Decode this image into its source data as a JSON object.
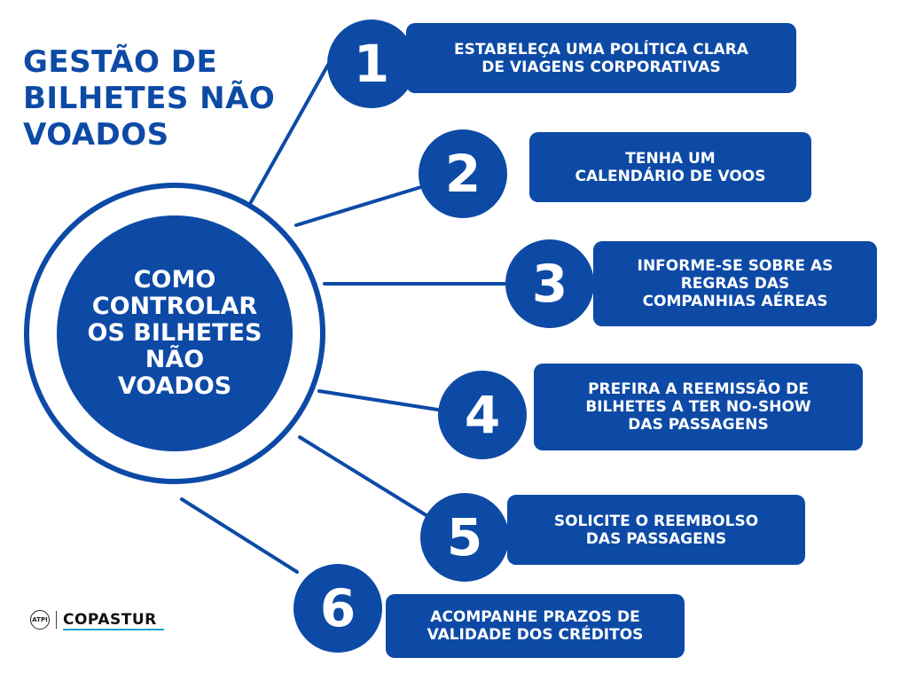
{
  "title": {
    "lines": [
      "GESTÃO DE",
      "BILHETES NÃO",
      "VOADOS"
    ]
  },
  "center": {
    "lines": [
      "COMO",
      "CONTROLAR",
      "OS BILHETES",
      "NÃO",
      "VOADOS"
    ]
  },
  "steps": [
    {
      "number": "1",
      "lines": [
        "ESTABELEÇA UMA POLÍTICA CLARA",
        "DE VIAGENS CORPORATIVAS"
      ]
    },
    {
      "number": "2",
      "lines": [
        "TENHA UM",
        "CALENDÁRIO DE VOOS"
      ]
    },
    {
      "number": "3",
      "lines": [
        "INFORME-SE SOBRE AS",
        "REGRAS DAS",
        "COMPANHIAS AÉREAS"
      ]
    },
    {
      "number": "4",
      "lines": [
        "PREFIRA A REEMISSÃO DE",
        "BILHETES A TER NO-SHOW",
        "DAS PASSAGENS"
      ]
    },
    {
      "number": "5",
      "lines": [
        "SOLICITE O REEMBOLSO",
        "DAS PASSAGENS"
      ]
    },
    {
      "number": "6",
      "lines": [
        "ACOMPANHE PRAZOS DE",
        "VALIDADE DOS CRÉDITOS"
      ]
    }
  ],
  "logo": {
    "mark": "ATPI",
    "name": "COPASTUR"
  },
  "colors": {
    "primary": "#0d4aa6",
    "background": "#ffffff",
    "logo_accent": "#18a0d8"
  }
}
